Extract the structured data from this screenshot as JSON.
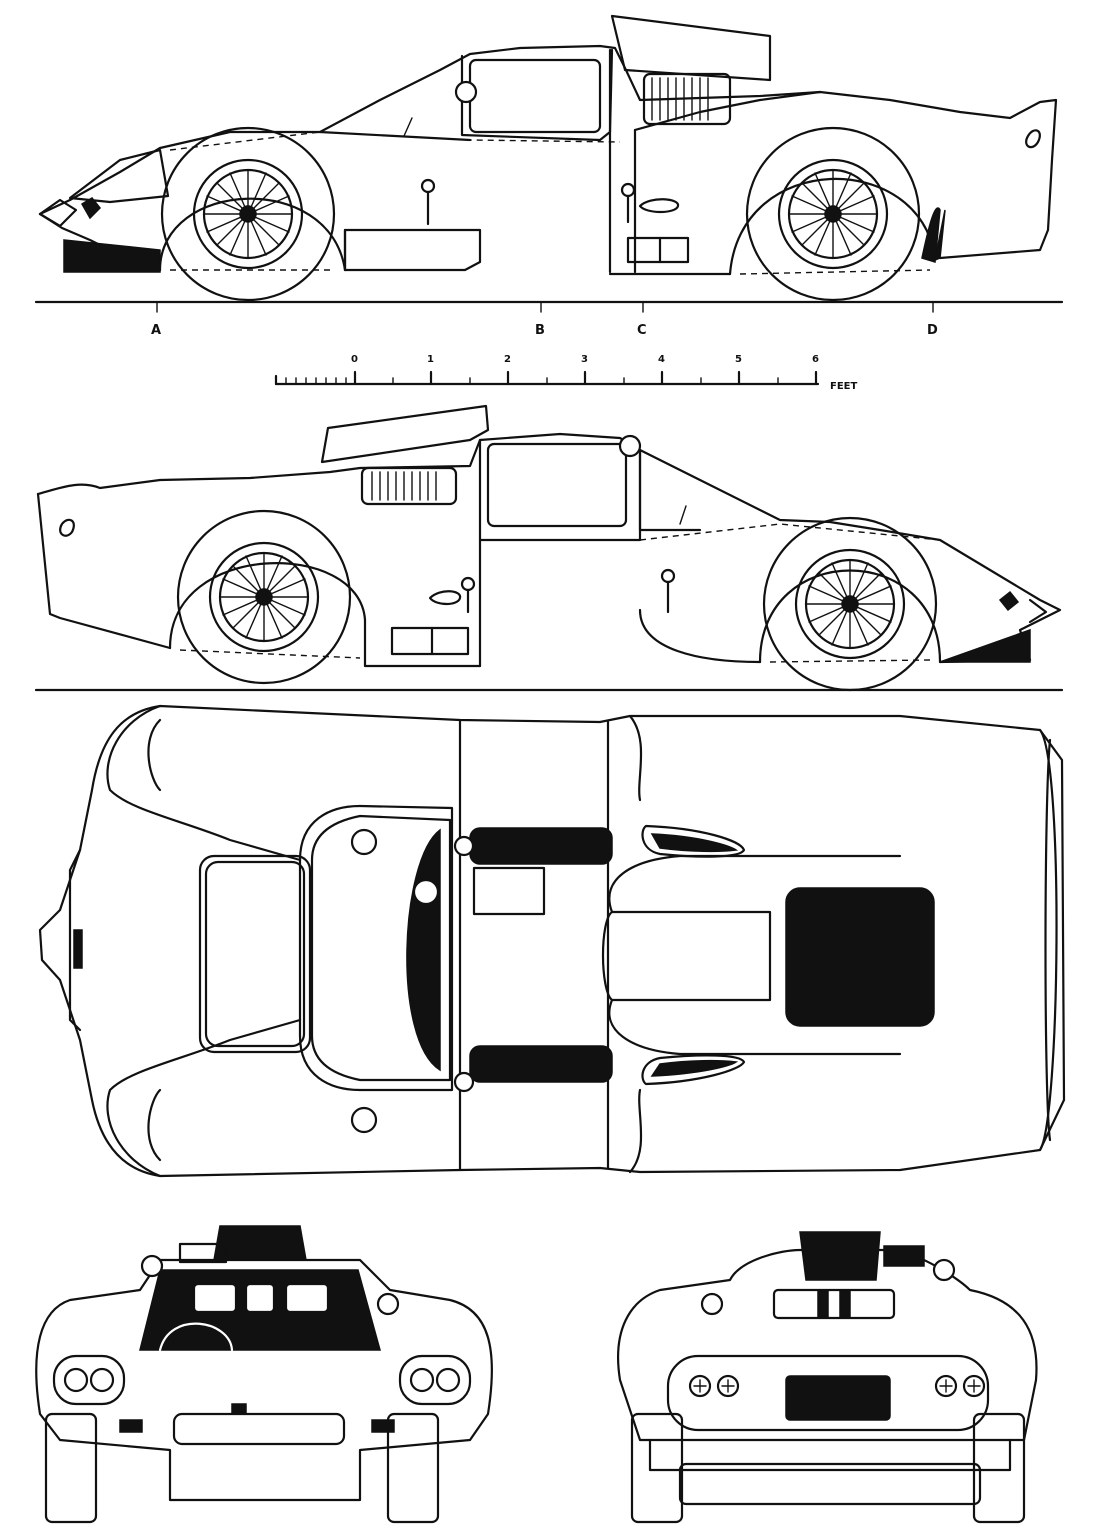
{
  "section_marks": [
    "A",
    "B",
    "C",
    "D"
  ],
  "scale": {
    "ticks": [
      "0",
      "1",
      "2",
      "3",
      "4",
      "5",
      "6"
    ],
    "unit": "FEET"
  }
}
